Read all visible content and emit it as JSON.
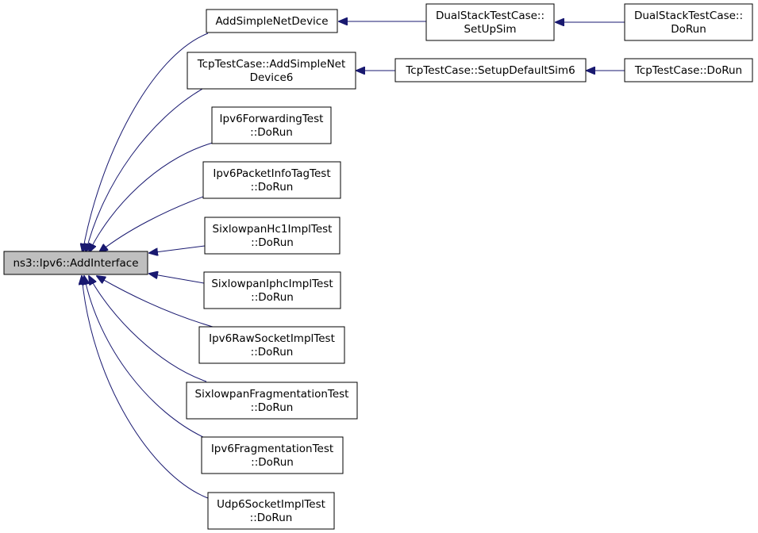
{
  "colors": {
    "edge": "#191970",
    "root_fill": "#bfbfbf",
    "node_fill": "#ffffff",
    "border": "#000000"
  },
  "nodes": {
    "root": [
      "ns3::Ipv6::AddInterface"
    ],
    "add_simple_net_device": [
      "AddSimpleNetDevice"
    ],
    "dual_setup": [
      "DualStackTestCase::",
      "SetUpSim"
    ],
    "dual_dorun": [
      "DualStackTestCase::",
      "DoRun"
    ],
    "tcp_add": [
      "TcpTestCase::AddSimpleNet",
      "Device6"
    ],
    "tcp_setup": [
      "TcpTestCase::SetupDefaultSim6"
    ],
    "tcp_dorun": [
      "TcpTestCase::DoRun"
    ],
    "ipv6_forwarding": [
      "Ipv6ForwardingTest",
      "::DoRun"
    ],
    "ipv6_packetinfo": [
      "Ipv6PacketInfoTagTest",
      "::DoRun"
    ],
    "sixlowpan_hc1": [
      "SixlowpanHc1ImplTest",
      "::DoRun"
    ],
    "sixlowpan_iphc": [
      "SixlowpanIphcImplTest",
      "::DoRun"
    ],
    "ipv6_rawsocket": [
      "Ipv6RawSocketImplTest",
      "::DoRun"
    ],
    "sixlowpan_frag": [
      "SixlowpanFragmentationTest",
      "::DoRun"
    ],
    "ipv6_frag": [
      "Ipv6FragmentationTest",
      "::DoRun"
    ],
    "udp6_socket": [
      "Udp6SocketImplTest",
      "::DoRun"
    ]
  }
}
